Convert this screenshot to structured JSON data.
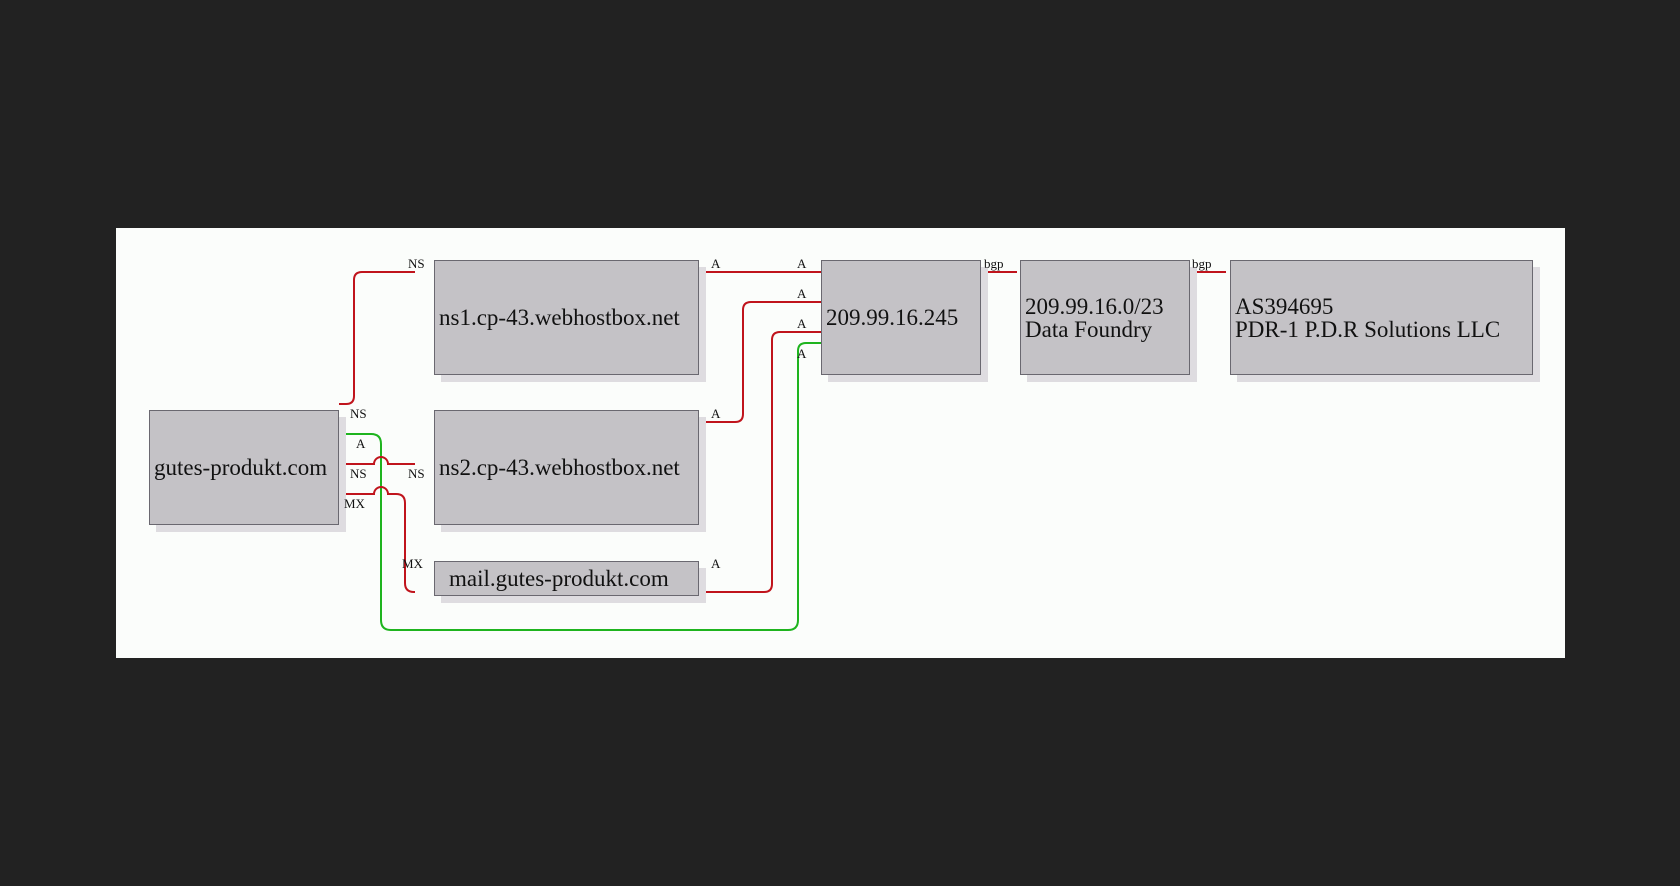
{
  "colors": {
    "background": "#222222",
    "canvas": "#fbfdfb",
    "node_fill": "#c4c2c6",
    "node_border": "#6a6870",
    "edge_red": "#c0141c",
    "edge_green": "#1eb41e"
  },
  "nodes": {
    "domain": "gutes-produkt.com",
    "ns1": "ns1.cp-43.webhostbox.net",
    "ns2": "ns2.cp-43.webhostbox.net",
    "mail": "mail.gutes-produkt.com",
    "ip": "209.99.16.245",
    "prefix": {
      "line1": "209.99.16.0/23",
      "line2": "Data Foundry"
    },
    "asn": {
      "line1": "AS394695",
      "line2": "PDR-1 P.D.R Solutions LLC"
    }
  },
  "edge_labels": {
    "domain_ns1_src": "NS",
    "domain_ns1_dst": "NS",
    "domain_ip_src": "A",
    "domain_ns2_src": "NS",
    "domain_ns2_dst": "NS",
    "domain_mail_src": "MX",
    "domain_mail_dst": "MX",
    "ns1_ip_src": "A",
    "ns1_ip_dst": "A",
    "ns2_ip_src": "A",
    "ns2_ip_dst": "A",
    "mail_ip_src": "A",
    "mail_ip_dst": "A",
    "domain_ip_dst": "A",
    "ip_prefix": "bgp",
    "prefix_asn": "bgp"
  }
}
